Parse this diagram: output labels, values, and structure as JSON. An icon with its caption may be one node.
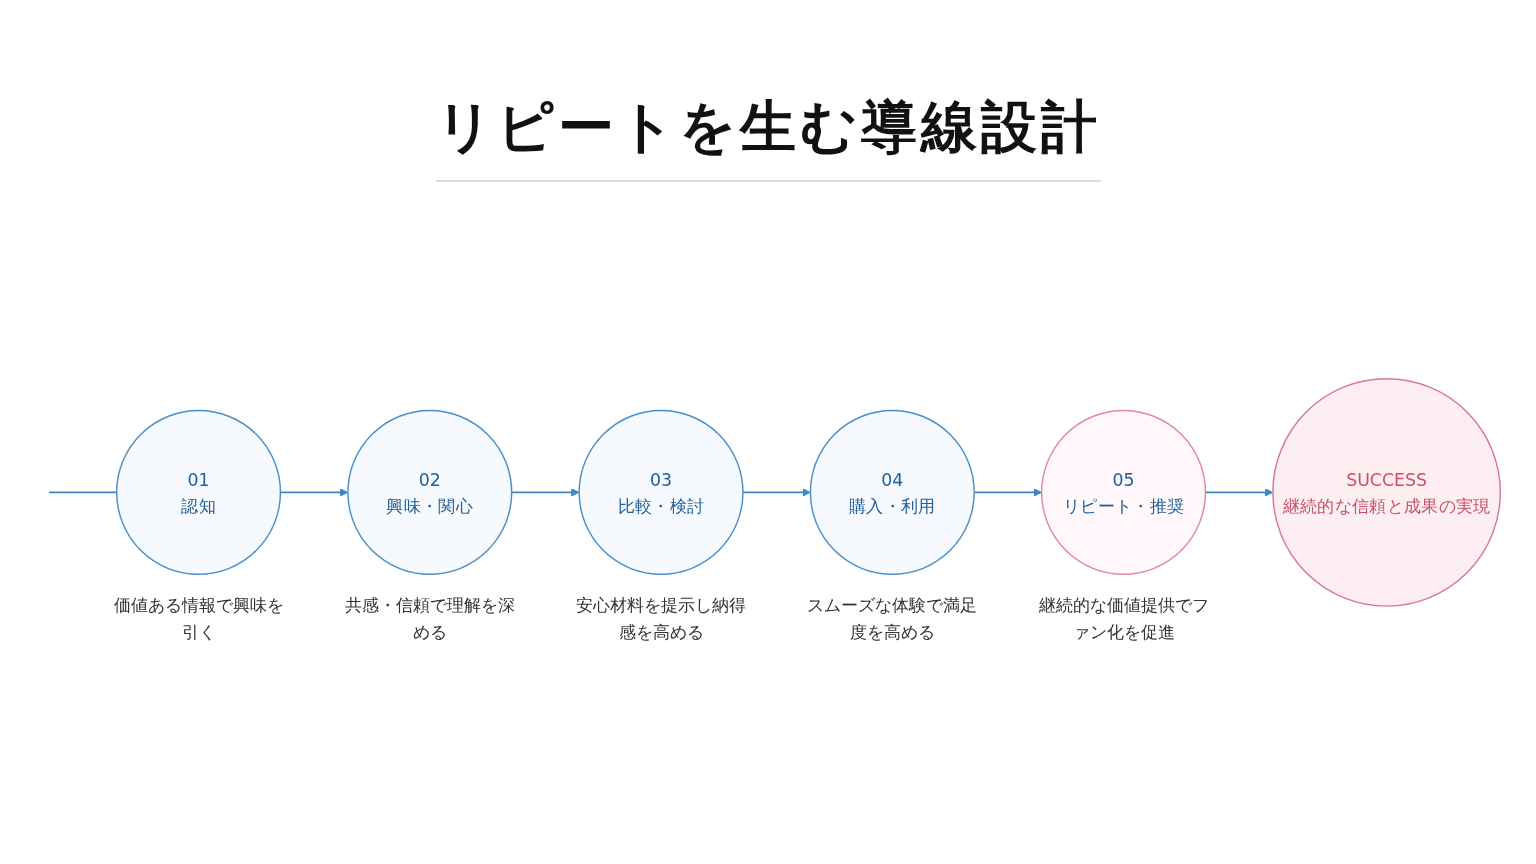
{
  "diagram": {
    "title": "リピートを生む導線設計",
    "nodes": [
      {
        "text": [
          "01",
          "認知"
        ],
        "beside": [
          "価値ある情報で興味を引く"
        ]
      },
      {
        "text": [
          "02",
          "興味・関心"
        ],
        "beside": [
          "共感・信頼で理解を深める"
        ]
      },
      {
        "text": [
          "03",
          "比較・検討"
        ],
        "beside": [
          "安心材料を提示し納得感を高める"
        ]
      },
      {
        "text": [
          "04",
          "購入・利用"
        ],
        "beside": [
          "スムーズな体験で満足度を高める"
        ]
      },
      {
        "text": [
          "05",
          "リピート・推奨"
        ],
        "beside": [
          "継続的な価値提供でファン化を促進"
        ]
      },
      {
        "text": [
          "SUCCESS",
          "継続的な信頼と成果の実現"
        ]
      }
    ],
    "edges": [
      {
        "from": null,
        "to": 0,
        "arrow": "none"
      },
      {
        "from": 0,
        "to": 1,
        "arrow": "to"
      },
      {
        "from": 1,
        "to": 2,
        "arrow": "to"
      },
      {
        "from": 2,
        "to": 3,
        "arrow": "to"
      },
      {
        "from": 3,
        "to": 4,
        "arrow": "to"
      },
      {
        "from": 4,
        "to": 5,
        "arrow": "to"
      }
    ]
  }
}
